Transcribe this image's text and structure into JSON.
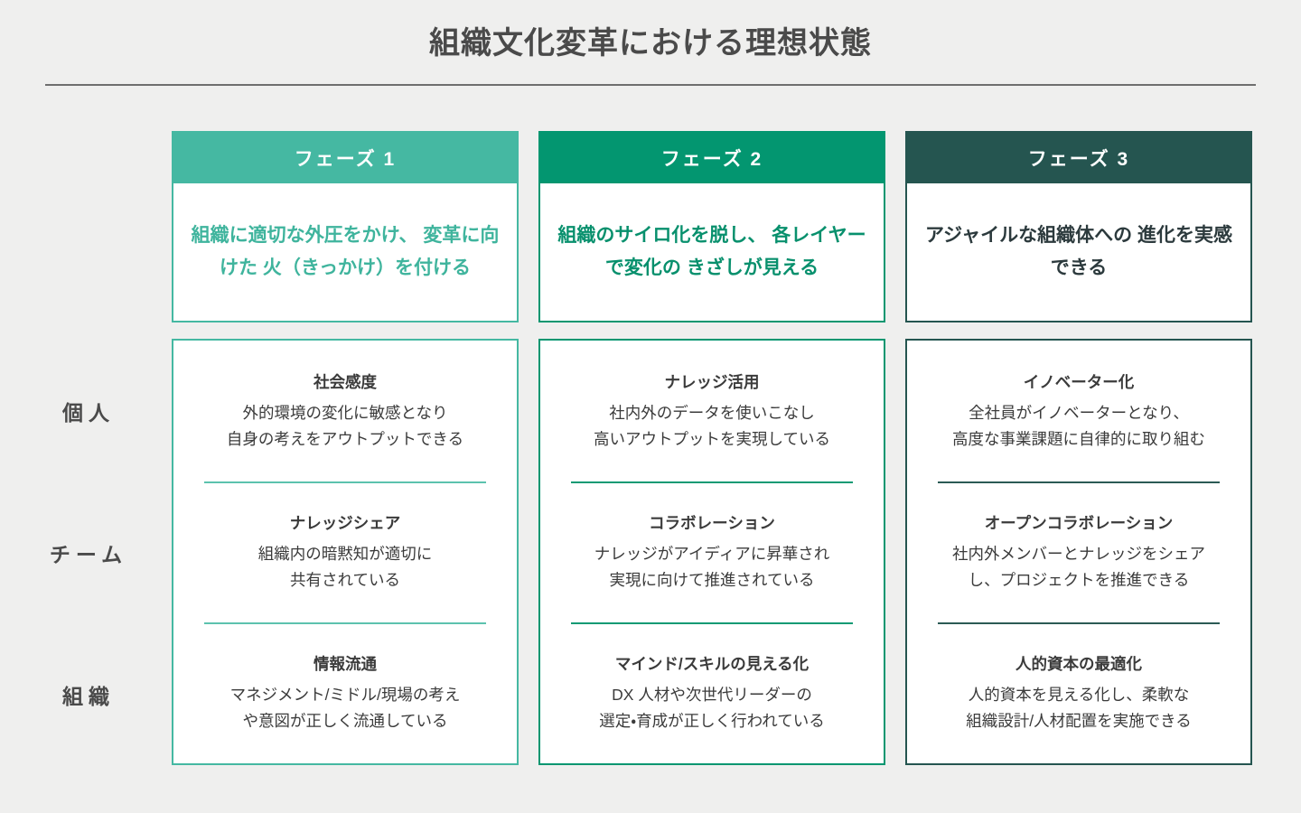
{
  "page": {
    "title": "組織文化変革における理想状態",
    "background_color": "#efefee"
  },
  "axis": {
    "labels": [
      {
        "id": "individual",
        "label": "個人"
      },
      {
        "id": "team",
        "label": "チーム"
      },
      {
        "id": "organization",
        "label": "組織"
      }
    ]
  },
  "phases": [
    {
      "id": "phase-1",
      "header_label": "フェーズ 1",
      "accent_color": "#45b8a2",
      "summary": "組織に適切な外圧をかけ、\n変革に向けた\n火（きっかけ）を付ける",
      "rows": [
        {
          "heading": "社会感度",
          "description": "外的環境の変化に敏感となり\n自身の考えをアウトプットできる"
        },
        {
          "heading": "ナレッジシェア",
          "description": "組織内の暗黙知が適切に\n共有されている"
        },
        {
          "heading": "情報流通",
          "description": "マネジメント/ミドル/現場の考え\nや意図が正しく流通している"
        }
      ]
    },
    {
      "id": "phase-2",
      "header_label": "フェーズ 2",
      "accent_color": "#039670",
      "summary": "組織のサイロ化を脱し、\n各レイヤーで変化の\nきざしが見える",
      "rows": [
        {
          "heading": "ナレッジ活用",
          "description": "社内外のデータを使いこなし\n高いアウトプットを実現している"
        },
        {
          "heading": "コラボレーション",
          "description": "ナレッジがアイディアに昇華され\n実現に向けて推進されている"
        },
        {
          "heading": "マインド/スキルの見える化",
          "description": "DX 人材や次世代リーダーの\n選定・育成が正しく行われている"
        }
      ]
    },
    {
      "id": "phase-3",
      "header_label": "フェーズ 3",
      "accent_color": "#255550",
      "summary": "アジャイルな組織体への\n進化を実感できる",
      "rows": [
        {
          "heading": "イノベーター化",
          "description": "全社員がイノベーターとなり、\n高度な事業課題に自律的に取り組む"
        },
        {
          "heading": "オープンコラボレーション",
          "description": "社内外メンバーとナレッジをシェア\nし、プロジェクトを推進できる"
        },
        {
          "heading": "人的資本の最適化",
          "description": "人的資本を見える化し、柔軟な\n組織設計/人材配置を実施できる"
        }
      ]
    }
  ]
}
